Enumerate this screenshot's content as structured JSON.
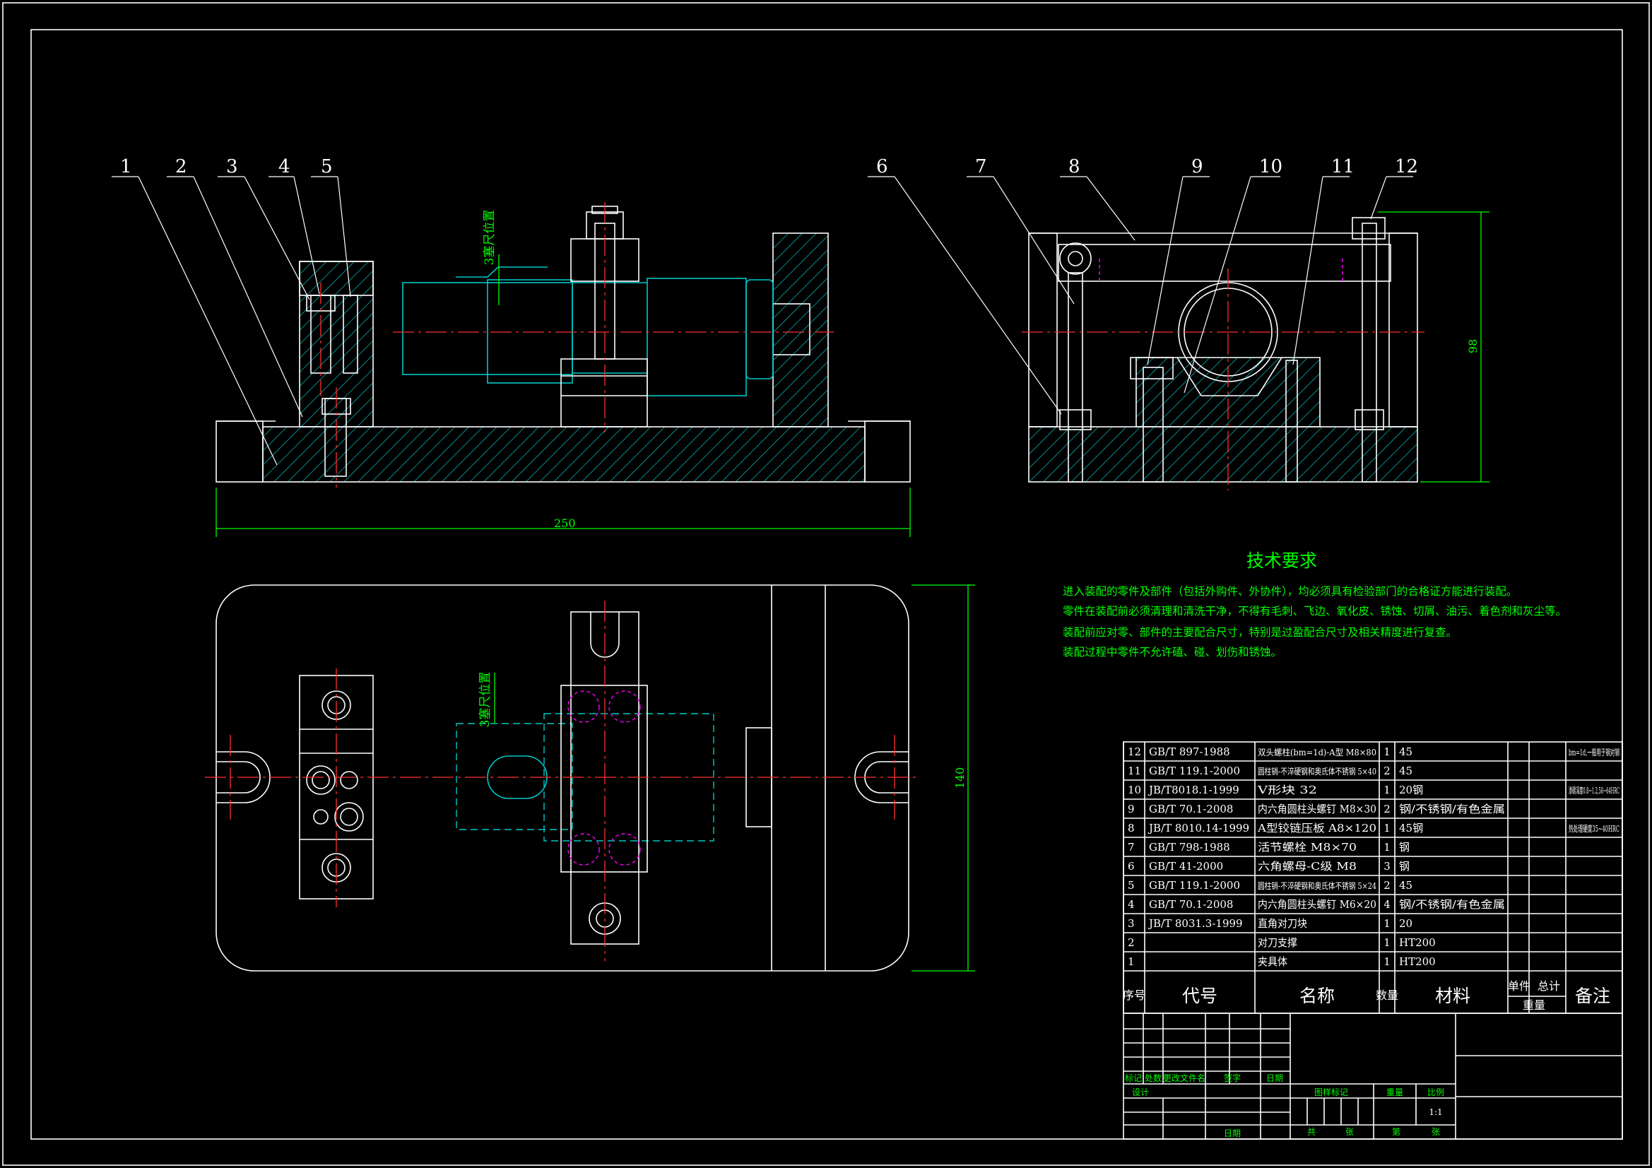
{
  "balloons": [
    "1",
    "2",
    "3",
    "4",
    "5",
    "6",
    "7",
    "8",
    "9",
    "10",
    "11",
    "12"
  ],
  "dims": {
    "length": "250",
    "width": "140",
    "height": "98",
    "probe_note": "3塞尺位置"
  },
  "tech": {
    "title": "技术要求",
    "lines": [
      "进入装配的零件及部件（包括外购件、外协件），均必须具有检验部门的合格证方能进行装配。",
      "零件在装配前必须清理和清洗干净，不得有毛刺、飞边、氧化皮、锈蚀、切屑、油污、着色剂和灰尘等。",
      "装配前应对零、部件的主要配合尺寸，特别是过盈配合尺寸及相关精度进行复查。",
      "装配过程中零件不允许磕、碰、划伤和锈蚀。"
    ]
  },
  "bom": {
    "headers": {
      "no": "序号",
      "code": "代号",
      "name": "名称",
      "qty": "数量",
      "mat": "材料",
      "unit": "单件",
      "total": "总计",
      "weight": "重量",
      "remark": "备注"
    },
    "rows": [
      {
        "no": "12",
        "code": "GB/T 897-1988",
        "name": "双头螺柱(bm=1d)-A型 M8×80",
        "qty": "1",
        "mat": "45",
        "remark": "bm=1d,一般用于钢对钢"
      },
      {
        "no": "11",
        "code": "GB/T 119.1-2000",
        "name": "圆柱销-不淬硬钢和奥氏体不锈钢 5×40",
        "qty": "2",
        "mat": "45",
        "remark": ""
      },
      {
        "no": "10",
        "code": "JB/T8018.1-1999",
        "name": "V形块 32",
        "qty": "1",
        "mat": "20钢",
        "remark": "渗碳深度0.8~1.2,58~64HRC"
      },
      {
        "no": "9",
        "code": "GB/T 70.1-2008",
        "name": "内六角圆柱头螺钉 M8×30",
        "qty": "2",
        "mat": "钢/不锈钢/有色金属",
        "remark": ""
      },
      {
        "no": "8",
        "code": "JB/T 8010.14-1999",
        "name": "A型铰链压板 A8×120",
        "qty": "1",
        "mat": "45钢",
        "remark": "热处理硬度35~40HRC"
      },
      {
        "no": "7",
        "code": "GB/T 798-1988",
        "name": "活节螺栓 M8×70",
        "qty": "1",
        "mat": "钢",
        "remark": ""
      },
      {
        "no": "6",
        "code": "GB/T 41-2000",
        "name": "六角螺母-C级 M8",
        "qty": "3",
        "mat": "钢",
        "remark": ""
      },
      {
        "no": "5",
        "code": "GB/T 119.1-2000",
        "name": "圆柱销-不淬硬钢和奥氏体不锈钢 5×24",
        "qty": "2",
        "mat": "45",
        "remark": ""
      },
      {
        "no": "4",
        "code": "GB/T 70.1-2008",
        "name": "内六角圆柱头螺钉 M6×20",
        "qty": "4",
        "mat": "钢/不锈钢/有色金属",
        "remark": ""
      },
      {
        "no": "3",
        "code": "JB/T 8031.3-1999",
        "name": "直角对刀块",
        "qty": "1",
        "mat": "20",
        "remark": ""
      },
      {
        "no": "2",
        "code": "",
        "name": "对刀支撑",
        "qty": "1",
        "mat": "HT200",
        "remark": ""
      },
      {
        "no": "1",
        "code": "",
        "name": "夹具体",
        "qty": "1",
        "mat": "HT200",
        "remark": ""
      }
    ]
  },
  "titleblock": {
    "rev_labels": [
      "标记",
      "处数",
      "更改文件名",
      "签字",
      "日期"
    ],
    "design": "设计",
    "date": "日期",
    "stage": "图样标记",
    "weight": "重量",
    "scale_label": "比例",
    "scale": "1:1",
    "sheets_total": "共",
    "sheet_unit1": "张",
    "sheet_no": "第",
    "sheet_unit2": "张"
  },
  "colors": {
    "line": "#ffffff",
    "hidden": "#00c8c8",
    "center": "#ff3030",
    "dim": "#00ff00",
    "thread": "#ff00ff"
  }
}
